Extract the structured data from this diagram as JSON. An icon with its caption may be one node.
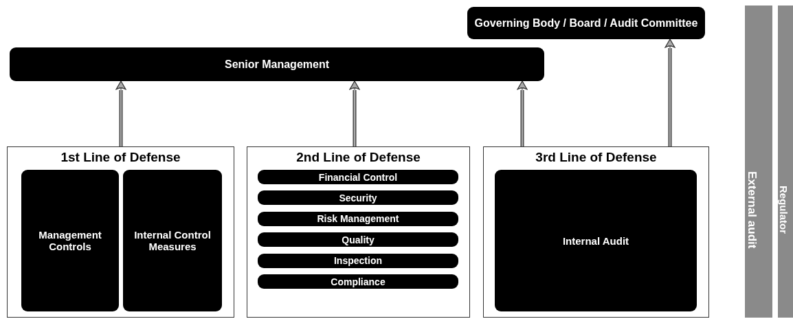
{
  "diagram": {
    "nodes": [
      {
        "text": [
          "Governing Body / Board / Audit Committee"
        ]
      },
      {
        "text": [
          "Senior Management"
        ]
      },
      {
        "text": [
          "1st Line of Defense"
        ]
      },
      {
        "text": [
          "Management Controls"
        ],
        "in": 2
      },
      {
        "text": [
          "Internal Control Measures"
        ],
        "in": 2
      },
      {
        "text": [
          "2nd Line of Defense"
        ]
      },
      {
        "text": [
          "Financial Control"
        ],
        "in": 5
      },
      {
        "text": [
          "Security"
        ],
        "in": 5
      },
      {
        "text": [
          "Risk Management"
        ],
        "in": 5
      },
      {
        "text": [
          "Quality"
        ],
        "in": 5
      },
      {
        "text": [
          "Inspection"
        ],
        "in": 5
      },
      {
        "text": [
          "Compliance"
        ],
        "in": 5
      },
      {
        "text": [
          "3rd Line of Defense"
        ]
      },
      {
        "text": [
          "Internal Audit"
        ],
        "in": 12
      },
      {
        "text": [
          "External audit"
        ]
      },
      {
        "text": [
          "Regulator"
        ]
      }
    ],
    "edges": [
      {
        "from": 2,
        "to": 1,
        "arrow": "to"
      },
      {
        "from": 5,
        "to": 1,
        "arrow": "to"
      },
      {
        "from": 12,
        "to": 1,
        "arrow": "to"
      },
      {
        "from": 12,
        "to": 0,
        "arrow": "to"
      }
    ]
  }
}
